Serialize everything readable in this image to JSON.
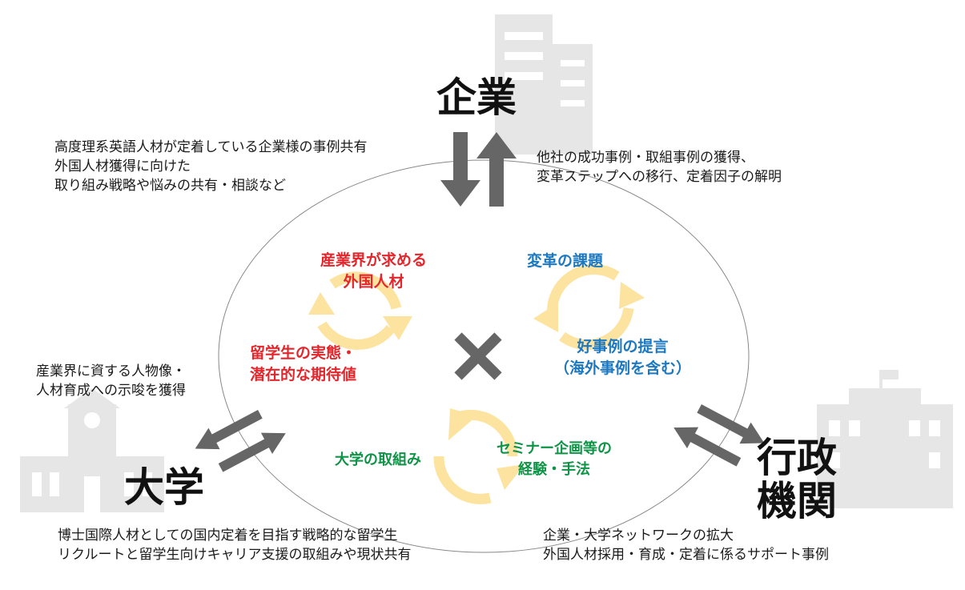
{
  "nodes": {
    "company": "企業",
    "university": "大学",
    "government_line1": "行政",
    "government_line2": "機関"
  },
  "notes": {
    "company_left": [
      "高度理系英語人材が定着している企業様の事例共有",
      "外国人材獲得に向けた",
      "取り組み戦略や悩みの共有・相談など"
    ],
    "company_right": [
      "他社の成功事例・取組事例の獲得、",
      "変革ステップへの移行、定着因子の解明"
    ],
    "university_top": [
      "産業界に資する人物像・",
      "人材育成への示唆を獲得"
    ],
    "university_bottom": [
      "博士国際人材としての国内定着を目指す戦略的な留学生",
      "リクルートと留学生向けキャリア支援の取組みや現状共有"
    ],
    "government_bottom": [
      "企業・大学ネットワークの拡大",
      "外国人材採用・育成・定着に係るサポート事例"
    ]
  },
  "cycles": {
    "industry": {
      "top": [
        "産業界が求める",
        "外国人材"
      ],
      "bottom": [
        "留学生の実態・",
        "潜在的な期待値"
      ]
    },
    "reform": {
      "top": [
        "変革の課題"
      ],
      "bottom": [
        "好事例の提言",
        "（海外事例を含む）"
      ]
    },
    "university": {
      "left": [
        "大学の取組み"
      ],
      "right": [
        "セミナー企画等の",
        "経験・手法"
      ]
    }
  },
  "center_symbol": "×",
  "colors": {
    "red": "#e3262c",
    "blue": "#1c78c0",
    "green": "#0f9447",
    "cycle_arrow": "#fde3a0",
    "big_arrow": "#666666",
    "building": "#e6e6e6"
  }
}
